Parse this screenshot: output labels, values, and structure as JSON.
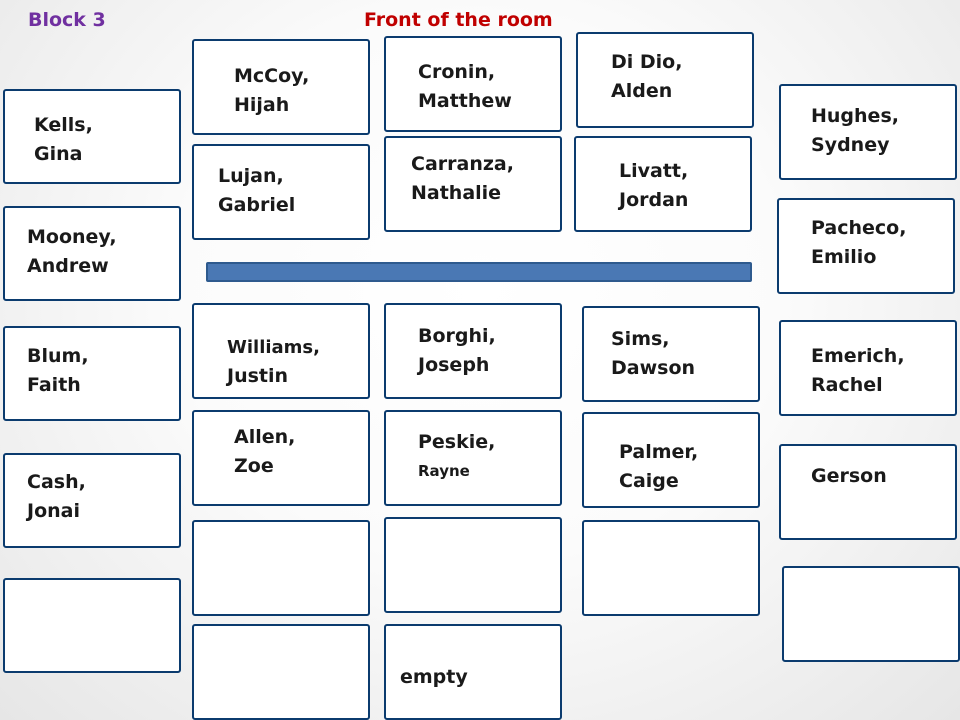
{
  "header": {
    "block_label": "Block 3",
    "front_label": "Front of the room",
    "colors": {
      "block": "#7030A0",
      "front": "#C00000",
      "seat_border": "#0b3b6e",
      "table": "#4a78b4"
    }
  },
  "seats": {
    "kells": [
      "Kells,",
      "Gina"
    ],
    "mooney": [
      "Mooney,",
      "Andrew"
    ],
    "blum": [
      "Blum,",
      "Faith"
    ],
    "cash": [
      "Cash,",
      "Jonai"
    ],
    "mccoy": [
      "McCoy,",
      "Hijah"
    ],
    "lujan": [
      "Lujan,",
      "Gabriel"
    ],
    "williams": [
      "Williams,",
      "Justin"
    ],
    "allen": [
      "Allen,",
      "Zoe"
    ],
    "cronin": [
      "Cronin,",
      "Matthew"
    ],
    "carranza": [
      "Carranza,",
      "Nathalie"
    ],
    "borghi": [
      "Borghi,",
      "Joseph"
    ],
    "peskie": [
      "Peskie,",
      "Rayne"
    ],
    "empty": [
      "empty"
    ],
    "didio": [
      "Di Dio,",
      "Alden"
    ],
    "livatt": [
      "Livatt,",
      "Jordan"
    ],
    "sims": [
      "Sims,",
      "Dawson"
    ],
    "palmer": [
      "Palmer,",
      "Caige"
    ],
    "hughes": [
      "Hughes,",
      "Sydney"
    ],
    "pacheco": [
      "Pacheco,",
      "Emilio"
    ],
    "emerich": [
      "Emerich,",
      "Rachel"
    ],
    "gerson": [
      "Gerson"
    ]
  }
}
